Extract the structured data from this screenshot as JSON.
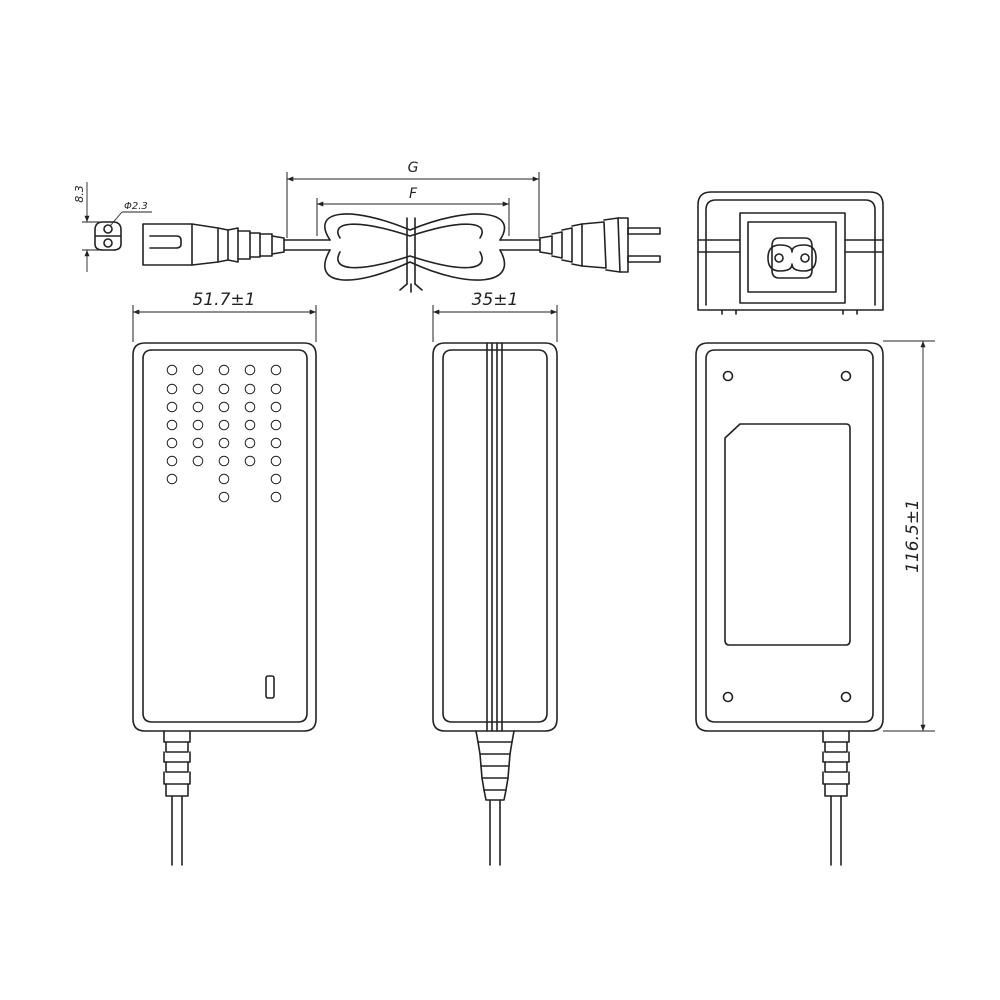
{
  "dimensions": {
    "cord_length_G": "G",
    "cord_bundle_F": "F",
    "pin_spacing": "8.3",
    "pin_diameter": "Φ2.3",
    "width": "51.7±1",
    "height": "35±1",
    "length": "116.5±1"
  },
  "colors": {
    "line": "#222222",
    "background": "#ffffff"
  }
}
